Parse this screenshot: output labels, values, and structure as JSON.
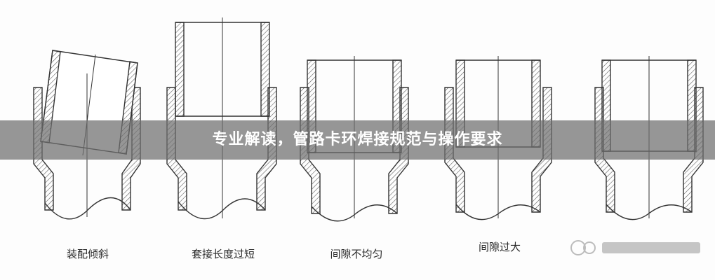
{
  "banner": {
    "title": "专业解读，管路卡环焊接规范与操作要求"
  },
  "panels": [
    {
      "caption": "装配倾斜"
    },
    {
      "caption": "套接长度过短"
    },
    {
      "caption": "间隙不均匀"
    },
    {
      "caption": "间隙过大"
    },
    {
      "caption": ""
    }
  ],
  "colors": {
    "line": "#333333",
    "hatch": "#555555",
    "banner_bg": "#6e6e6e",
    "banner_text": "#ffffff"
  }
}
